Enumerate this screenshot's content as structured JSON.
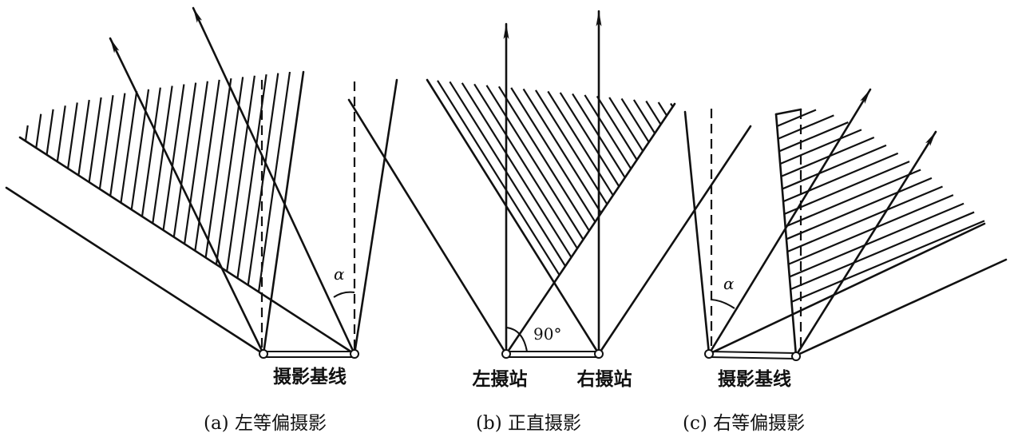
{
  "panel_a": {
    "baseline_label": "摄影基线",
    "angle_symbol": "α",
    "caption": "(a) 左等偏摄影"
  },
  "panel_b": {
    "left_station_label": "左摄站",
    "right_station_label": "右摄站",
    "angle_label": "90°",
    "caption": "(b) 正直摄影"
  },
  "panel_c": {
    "baseline_label": "摄影基线",
    "angle_symbol": "α",
    "caption": "(c) 右等偏摄影"
  }
}
